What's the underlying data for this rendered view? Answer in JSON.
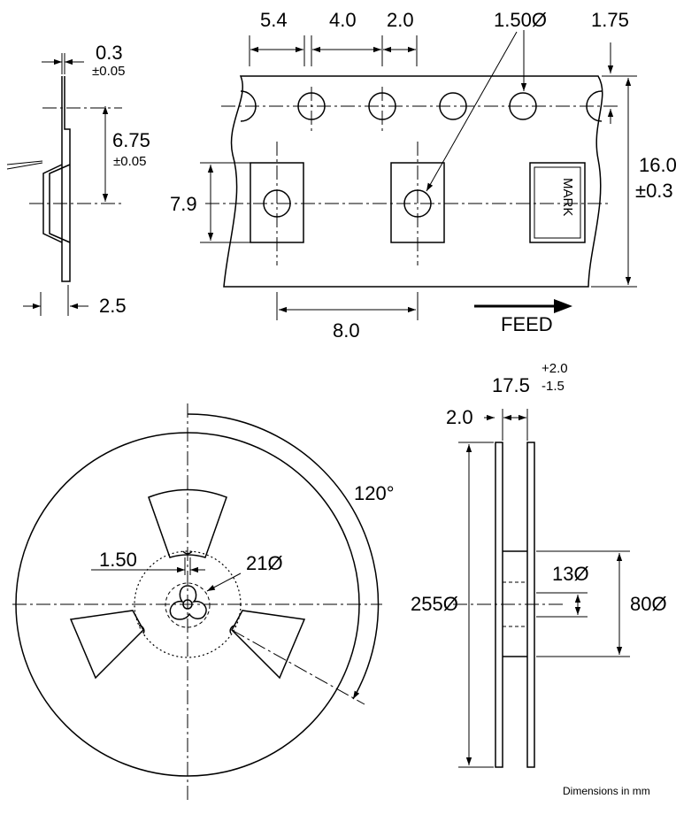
{
  "tape": {
    "dim_thickness": "0.3",
    "dim_thickness_tol": "±0.05",
    "dim_pocket_offset": "6.75",
    "dim_pocket_offset_tol": "±0.05",
    "dim_depth": "2.5",
    "dim_54": "5.4",
    "dim_40": "4.0",
    "dim_20": "2.0",
    "dim_hole": "1.50Ø",
    "dim_edge": "1.75",
    "dim_79": "7.9",
    "dim_width": "16.0",
    "dim_width_tol": "±0.3",
    "dim_pitch": "8.0",
    "feed_label": "FEED",
    "mark_label": "MARK"
  },
  "reel": {
    "dim_slot": "1.50",
    "dim_hub": "21Ø",
    "dim_angle": "120°"
  },
  "reel_side": {
    "dim_width": "17.5",
    "dim_width_tol_plus": "+2.0",
    "dim_width_tol_minus": "-1.5",
    "dim_flange": "2.0",
    "dim_diameter": "255Ø",
    "dim_arbor": "13Ø",
    "dim_hub_diameter": "80Ø"
  },
  "footer": {
    "units_note": "Dimensions in mm"
  }
}
